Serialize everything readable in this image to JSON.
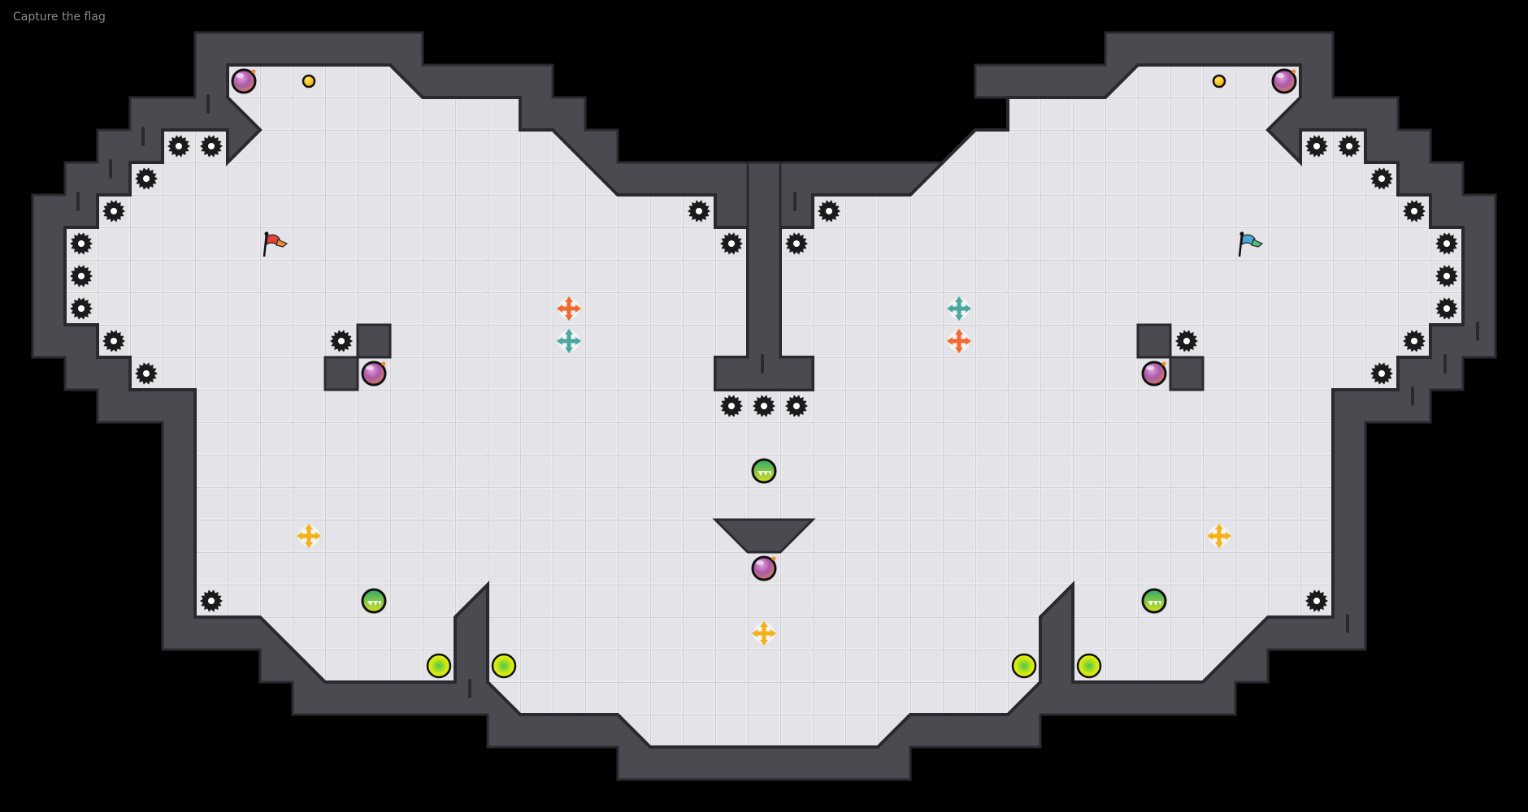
{
  "game": {
    "mode_label": "Capture the flag"
  },
  "colors": {
    "background": "#000000",
    "wall": "#4a4a50",
    "wall_edge": "#2a2a2e",
    "floor": "#e2e2e6",
    "floor_line": "#cfcfd4",
    "spike": "#1b1b1b",
    "bomb_top": "#c070b8",
    "bomb_bottom": "#d87a5a",
    "coin": "#f5c21b",
    "boost_yellow": "#c8e000",
    "shield_green": "#3cb96a",
    "red_team": "#e8403a",
    "blue_team": "#4aa6d6",
    "arrow_orange": "#f26a2e",
    "arrow_teal": "#4aa8a0",
    "arrow_yellow": "#f3b21a"
  },
  "flags": [
    {
      "team": "red",
      "icon": "red-flag-icon",
      "col": 8,
      "row": 7
    },
    {
      "team": "blue",
      "icon": "blue-flag-icon",
      "col": 38,
      "row": 7
    }
  ],
  "items": {
    "bombs": [
      {
        "col": 7,
        "row": 2
      },
      {
        "col": 39,
        "row": 2
      },
      {
        "col": 11,
        "row": 11
      },
      {
        "col": 35,
        "row": 11
      },
      {
        "col": 23,
        "row": 17
      }
    ],
    "coins": [
      {
        "col": 9,
        "row": 2
      },
      {
        "col": 37,
        "row": 2
      }
    ],
    "boost_orbs": [
      {
        "col": 13,
        "row": 20
      },
      {
        "col": 15,
        "row": 20
      },
      {
        "col": 31,
        "row": 20
      },
      {
        "col": 33,
        "row": 20
      }
    ],
    "shield_orbs": [
      {
        "col": 23,
        "row": 14
      },
      {
        "col": 11,
        "row": 18
      },
      {
        "col": 35,
        "row": 18
      }
    ],
    "move_arrows": [
      {
        "color": "orange",
        "col": 17,
        "row": 9
      },
      {
        "color": "teal",
        "col": 17,
        "row": 10
      },
      {
        "color": "teal",
        "col": 29,
        "row": 9
      },
      {
        "color": "orange",
        "col": 29,
        "row": 10
      },
      {
        "color": "yellow",
        "col": 9,
        "row": 16
      },
      {
        "color": "yellow",
        "col": 37,
        "row": 16
      },
      {
        "color": "yellow",
        "col": 23,
        "row": 19
      }
    ],
    "spikes": [
      {
        "col": 5,
        "row": 4
      },
      {
        "col": 6,
        "row": 4
      },
      {
        "col": 4,
        "row": 5
      },
      {
        "col": 3,
        "row": 6
      },
      {
        "col": 2,
        "row": 7
      },
      {
        "col": 2,
        "row": 8
      },
      {
        "col": 2,
        "row": 9
      },
      {
        "col": 3,
        "row": 10
      },
      {
        "col": 4,
        "row": 11
      },
      {
        "col": 10,
        "row": 10
      },
      {
        "col": 21,
        "row": 6
      },
      {
        "col": 22,
        "row": 7
      },
      {
        "col": 24,
        "row": 7
      },
      {
        "col": 25,
        "row": 6
      },
      {
        "col": 22,
        "row": 12
      },
      {
        "col": 23,
        "row": 12
      },
      {
        "col": 24,
        "row": 12
      },
      {
        "col": 6,
        "row": 18
      },
      {
        "col": 40,
        "row": 18
      },
      {
        "col": 36,
        "row": 10
      },
      {
        "col": 40,
        "row": 4
      },
      {
        "col": 41,
        "row": 4
      },
      {
        "col": 42,
        "row": 5
      },
      {
        "col": 43,
        "row": 6
      },
      {
        "col": 44,
        "row": 7
      },
      {
        "col": 44,
        "row": 8
      },
      {
        "col": 44,
        "row": 9
      },
      {
        "col": 43,
        "row": 10
      },
      {
        "col": 42,
        "row": 11
      }
    ]
  }
}
